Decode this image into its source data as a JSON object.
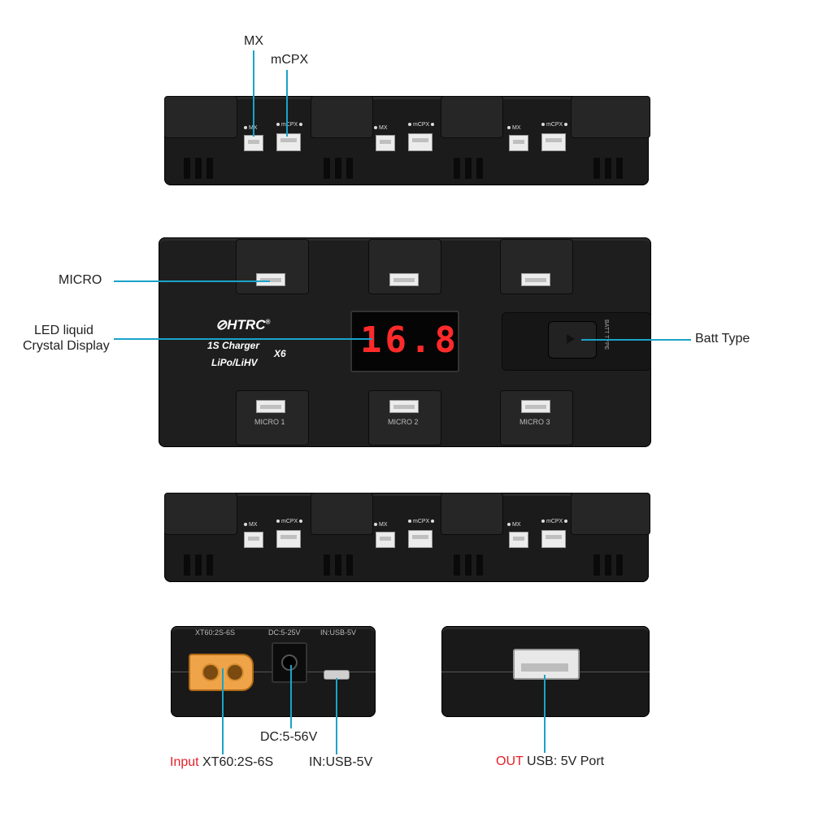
{
  "callouts": {
    "mx": "MX",
    "mcpx": "mCPX",
    "micro": "MICRO",
    "led_line1": "LED liquid",
    "led_line2": "Crystal Display",
    "batt_type": "Batt Type",
    "dc": "DC:5-56V",
    "input_prefix": "Input",
    "input_rest": "XT60:2S-6S",
    "usb_in": "IN:USB-5V",
    "out_prefix": "OUT",
    "out_rest": "USB: 5V Port"
  },
  "device": {
    "brand": "HTRC",
    "charger_title": "1S Charger",
    "chemistry": "LiPo/LiHV",
    "model": "X6",
    "display_value": "16.8",
    "port_label_mx": "MX",
    "port_label_mcpx": "mCPX",
    "micro_labels": [
      "MICRO 1",
      "MICRO 2",
      "MICRO 3"
    ],
    "back_labels": {
      "xt60": "XT60:2S-6S",
      "dc": "DC:5-25V",
      "usb": "IN:USB-5V"
    },
    "batt_type_side_label": "BATT TYPE"
  },
  "colors": {
    "accent_line": "#1aa3c9",
    "highlight_red": "#e5202a",
    "display_red": "#ff2a2a",
    "body": "#1b1b1b",
    "xt60_orange": "#f0a44a"
  }
}
